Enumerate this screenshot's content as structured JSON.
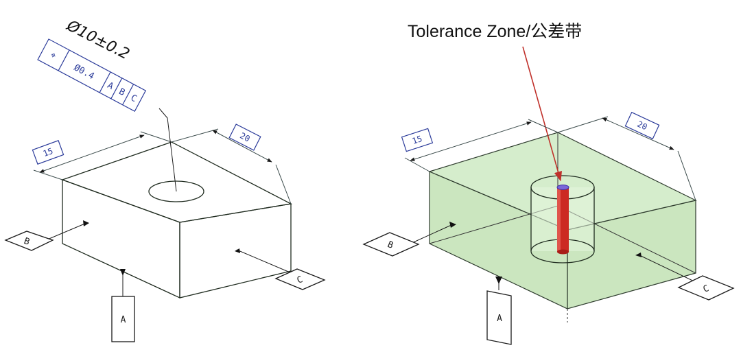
{
  "left_view": {
    "size_callout": "Ø10±0.2",
    "feature_control_frame": {
      "symbol": "⌖",
      "tolerance": "Ø0.4",
      "datums": [
        "A",
        "B",
        "C"
      ]
    },
    "dimension_15": "15",
    "dimension_20": "20",
    "datum_labels": {
      "a": "A",
      "b": "B",
      "c": "C"
    }
  },
  "right_view": {
    "title": "Tolerance Zone/公差带",
    "dimension_15": "15",
    "dimension_20": "20",
    "datum_labels": {
      "a": "A",
      "b": "B",
      "c": "C"
    }
  },
  "colors": {
    "block_top": "#a7e38f",
    "block_front": "#6da45a",
    "block_side": "#6f9e5c",
    "glass": "#b9deaa",
    "zone": "#cc2a22",
    "arrow": "#c0302a",
    "annotation_blue": "#2b3b9a"
  }
}
